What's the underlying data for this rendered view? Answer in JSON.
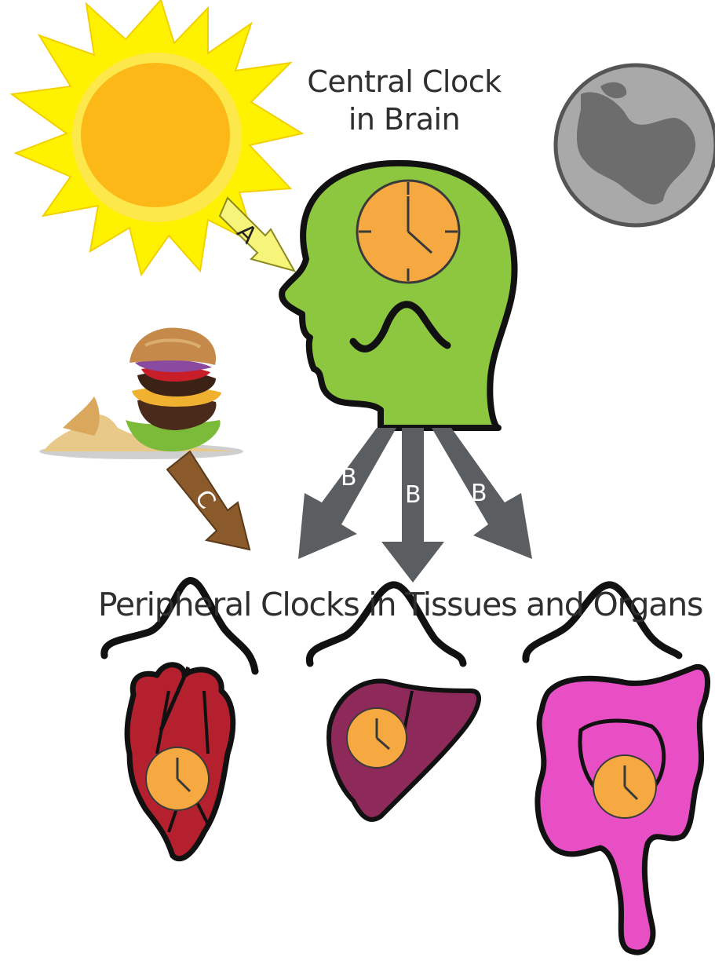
{
  "titles": {
    "central_line1": "Central Clock",
    "central_line2": "in Brain",
    "peripheral": "Peripheral Clocks in Tissues and Organs"
  },
  "arrows": {
    "a_label": "A",
    "b_labels": [
      "B",
      "B",
      "B"
    ],
    "c_label": "C"
  },
  "colors": {
    "sun_rays": "#fff200",
    "sun_core": "#fbb817",
    "head": "#8dc63f",
    "clock_face": "#f7a941",
    "moon": "#a9a9a9",
    "arrow_a": "#f7f47a",
    "arrow_b": "#5b5e61",
    "arrow_c": "#8b5a2b",
    "heart": "#b5202f",
    "liver": "#8e2a5a",
    "intestine": "#e84fc4"
  },
  "icons": [
    "sun-icon",
    "moon-icon",
    "head-icon",
    "burger-icon",
    "heart-icon",
    "liver-icon",
    "intestine-icon",
    "clock-icon"
  ]
}
